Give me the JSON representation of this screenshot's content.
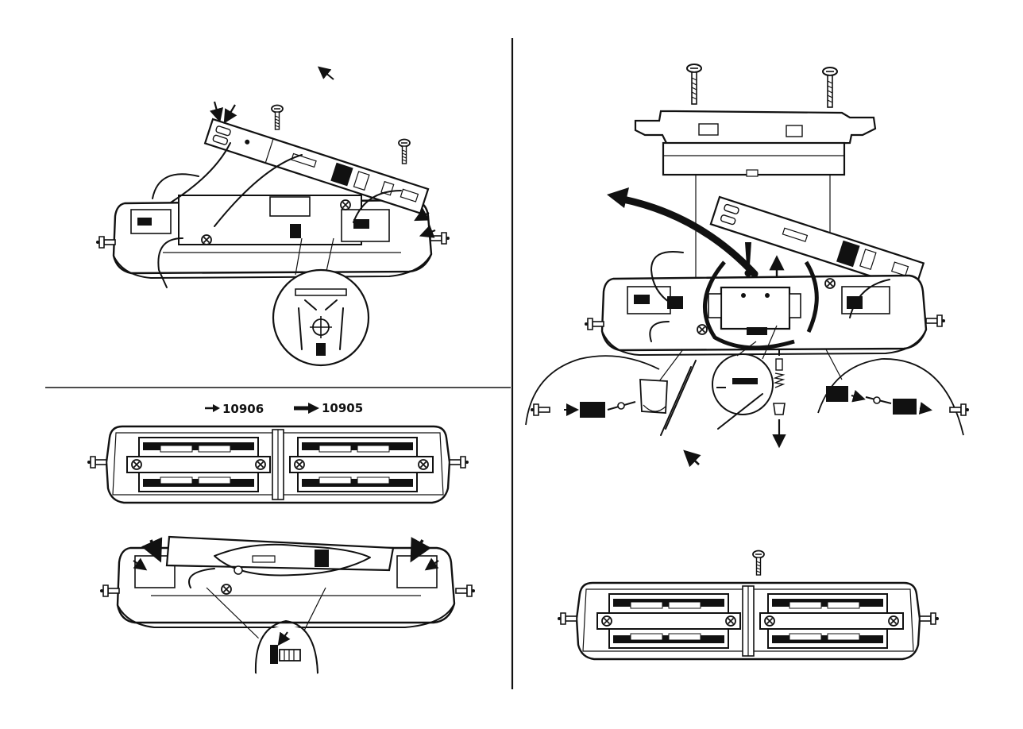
{
  "labels": {
    "small_arrow_part": "10906",
    "large_arrow_part": "10905"
  },
  "colors": {
    "ink": "#111111",
    "paper": "#ffffff"
  },
  "icons": [
    "screw-icon",
    "arrow-icon",
    "warning-exclamation-icon",
    "magnifier-detail-circle"
  ]
}
